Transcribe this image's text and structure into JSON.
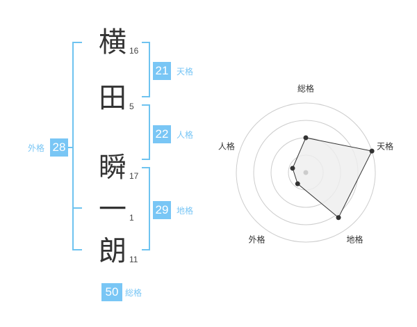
{
  "name_chars": [
    {
      "char": "横",
      "strokes": "16"
    },
    {
      "char": "田",
      "strokes": "5"
    },
    {
      "char": "瞬",
      "strokes": "17"
    },
    {
      "char": "一",
      "strokes": "1"
    },
    {
      "char": "朗",
      "strokes": "11"
    }
  ],
  "kaku": {
    "tenkaku": {
      "value": "21",
      "label": "天格"
    },
    "jinkaku": {
      "value": "22",
      "label": "人格"
    },
    "chikaku": {
      "value": "29",
      "label": "地格"
    },
    "gaikaku": {
      "value": "28",
      "label": "外格"
    },
    "soukaku": {
      "value": "50",
      "label": "総格"
    }
  },
  "colors": {
    "accent": "#79c6f5",
    "bracket": "#6ec3f0",
    "text": "#333333"
  },
  "chart_data": {
    "type": "radar",
    "axes": [
      "総格",
      "天格",
      "地格",
      "外格",
      "人格"
    ],
    "values": [
      0.5,
      1.0,
      0.8,
      0.2,
      0.2
    ],
    "range": [
      0,
      1
    ],
    "rings": 4
  }
}
